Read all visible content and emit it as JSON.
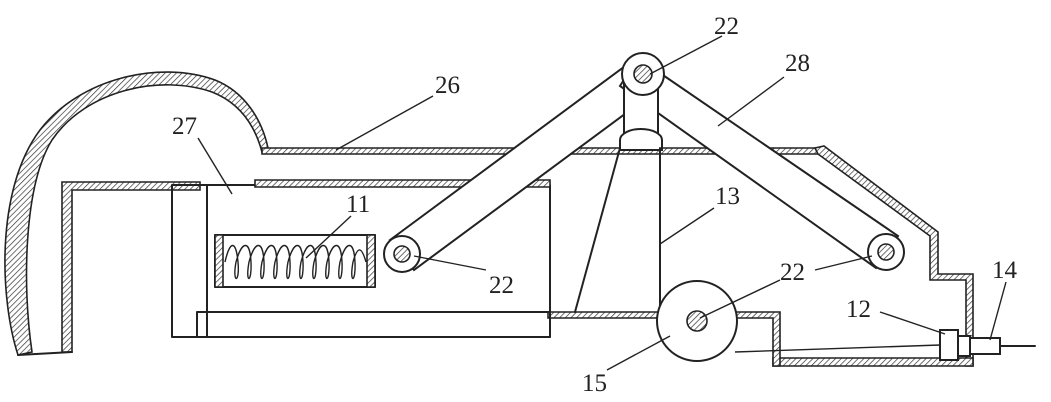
{
  "labels": {
    "pivot_top": "22",
    "housing": "26",
    "link_right": "28",
    "slider_block": "27",
    "spring": "11",
    "pivot_left": "22",
    "rod": "13",
    "pivot_mid": "22",
    "pivot_right": "22",
    "motor": "12",
    "shaft": "14",
    "wheel": "15"
  }
}
